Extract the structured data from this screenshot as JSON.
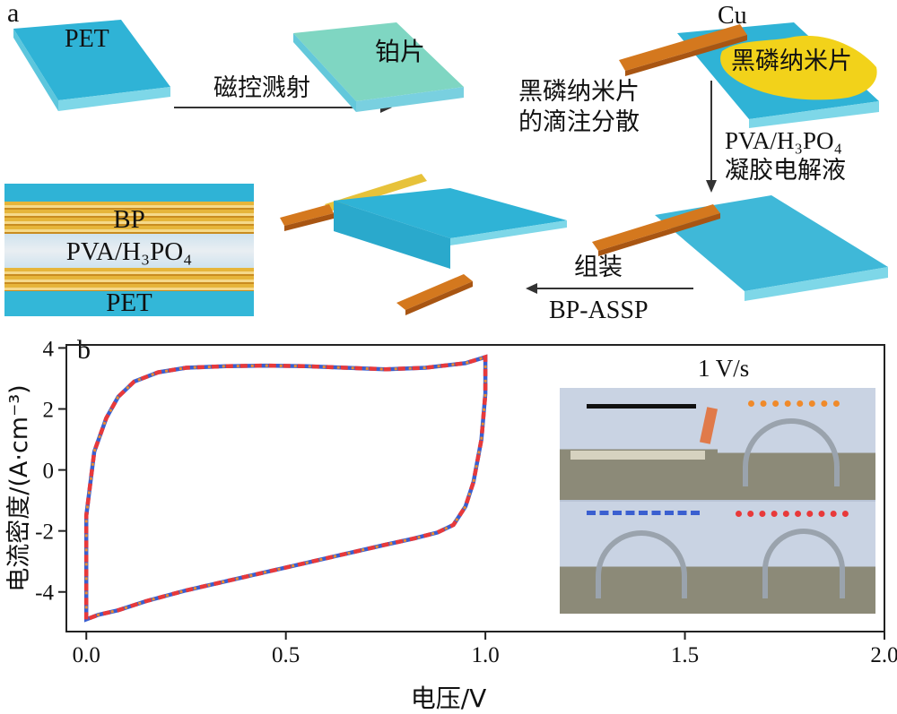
{
  "panel_a": {
    "label": "a",
    "plate1_label": "PET",
    "step1_label": "磁控溅射",
    "plate2_label": "铂片",
    "step2_line1": "黑磷纳米片",
    "step2_line2": "的滴注分散",
    "cu_label": "Cu",
    "bp_label": "黑磷纳米片",
    "step3_line1": "PVA/H₃PO₄",
    "step3_line2": "凝胶电解液",
    "step4_line1": "组装",
    "step4_line2": "BP-ASSP",
    "cross_section": {
      "layer_top": "BP",
      "layer_mid": "PVA/H₃PO₄",
      "layer_bottom": "PET"
    }
  },
  "panel_b": {
    "label": "b",
    "inset_title": "1 V/s"
  },
  "colors": {
    "plate_blue": "#2fb3d6",
    "plate_green": "#7fd6c2",
    "copper": "#d4781e",
    "bp_yellow": "#f2d21a",
    "curve_red": "#e8393a",
    "curve_blue": "#3a5fd0",
    "curve_orange": "#f08a2a"
  },
  "chart_data": {
    "type": "line",
    "xlabel": "电压/V",
    "ylabel": "电流密度/(A·cm⁻³)",
    "xlim": [
      -0.05,
      2.0
    ],
    "ylim": [
      -5.3,
      4.1
    ],
    "xticks": [
      "0.0",
      "0.5",
      "1.0",
      "1.5",
      "2.0"
    ],
    "yticks": [
      "-4",
      "-2",
      "0",
      "2",
      "4"
    ],
    "grid": false,
    "series": [
      {
        "style": "dashed multicolor (red / blue / orange overlapping CV loops)",
        "x": [
          0.0,
          0.0,
          0.02,
          0.05,
          0.08,
          0.12,
          0.18,
          0.25,
          0.35,
          0.45,
          0.55,
          0.65,
          0.75,
          0.85,
          0.95,
          1.0,
          1.0,
          0.99,
          0.97,
          0.95,
          0.92,
          0.88,
          0.82,
          0.75,
          0.65,
          0.55,
          0.45,
          0.35,
          0.25,
          0.15,
          0.08,
          0.03,
          0.0
        ],
        "y": [
          -4.9,
          -1.5,
          0.6,
          1.7,
          2.4,
          2.9,
          3.2,
          3.35,
          3.4,
          3.42,
          3.4,
          3.35,
          3.3,
          3.35,
          3.5,
          3.7,
          2.5,
          1.0,
          -0.4,
          -1.2,
          -1.8,
          -2.05,
          -2.25,
          -2.45,
          -2.75,
          -3.05,
          -3.35,
          -3.65,
          -3.95,
          -4.3,
          -4.6,
          -4.75,
          -4.9
        ]
      }
    ]
  }
}
